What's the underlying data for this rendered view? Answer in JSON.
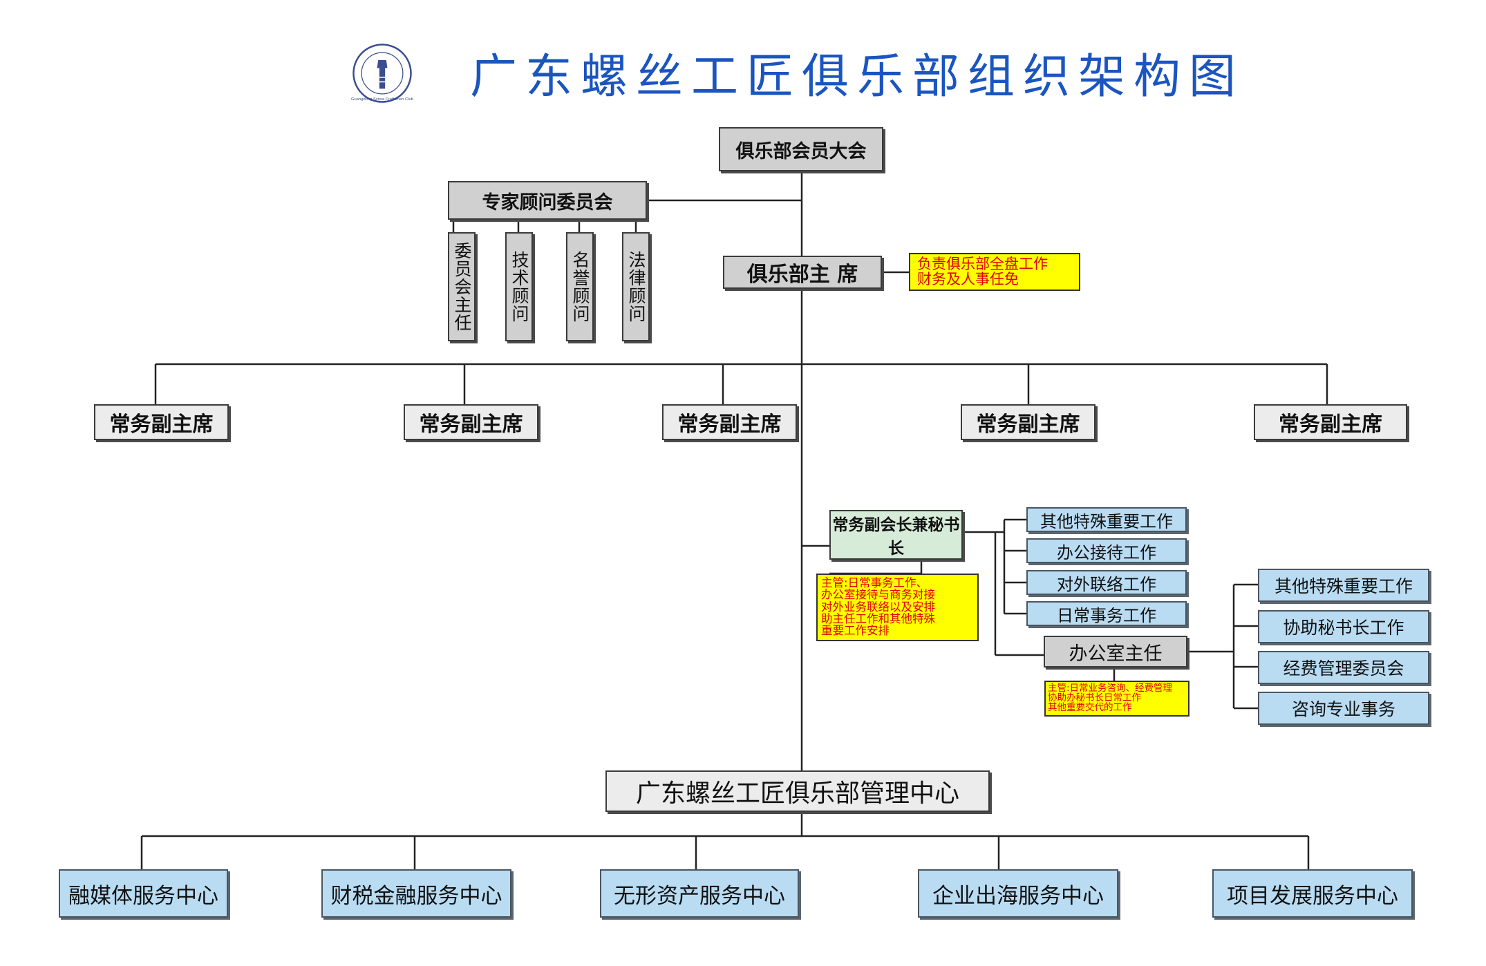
{
  "title": "广东螺丝工匠俱乐部组织架构图",
  "logo": {
    "name": "club-logo",
    "ring_text": "Guangdong Screw Craftsmen Club"
  },
  "colors": {
    "title": "#1a55c0",
    "note_text": "#e00000",
    "note_bg": "#ffff00",
    "center_bg": "#b9dcf3"
  },
  "assembly": "俱乐部会员大会",
  "expert_committee": {
    "label": "专家顾问委员会",
    "members": [
      "委员会主任",
      "技术顾问",
      "名誉顾问",
      "法律顾问"
    ]
  },
  "chairman": {
    "label": "俱乐部主 席",
    "note": [
      "负责俱乐部全盘工作",
      "财务及人事任免"
    ]
  },
  "vice_chairs": [
    "常务副主席",
    "常务副主席",
    "常务副主席",
    "常务副主席",
    "常务副主席"
  ],
  "secretary_general": {
    "label": "常务副会长兼秘书长",
    "note": [
      "主管:日常事务工作、",
      "办公室接待与商务对接",
      "对外业务联络以及安排",
      "助主任工作和其他特殊",
      "重要工作安排"
    ],
    "duties": [
      "其他特殊重要工作",
      "办公接待工作",
      "对外联络工作",
      "日常事务工作"
    ]
  },
  "office_director": {
    "label": "办公室主任",
    "note": [
      "主管:日常业务咨询、经费管理",
      "协助办秘书长日常工作",
      "其他重要交代的工作"
    ],
    "duties": [
      "其他特殊重要工作",
      "协助秘书长工作",
      "经费管理委员会",
      "咨询专业事务"
    ]
  },
  "management_center": "广东螺丝工匠俱乐部管理中心",
  "service_centers": [
    "融媒体服务中心",
    "财税金融服务中心",
    "无形资产服务中心",
    "企业出海服务中心",
    "项目发展服务中心"
  ]
}
